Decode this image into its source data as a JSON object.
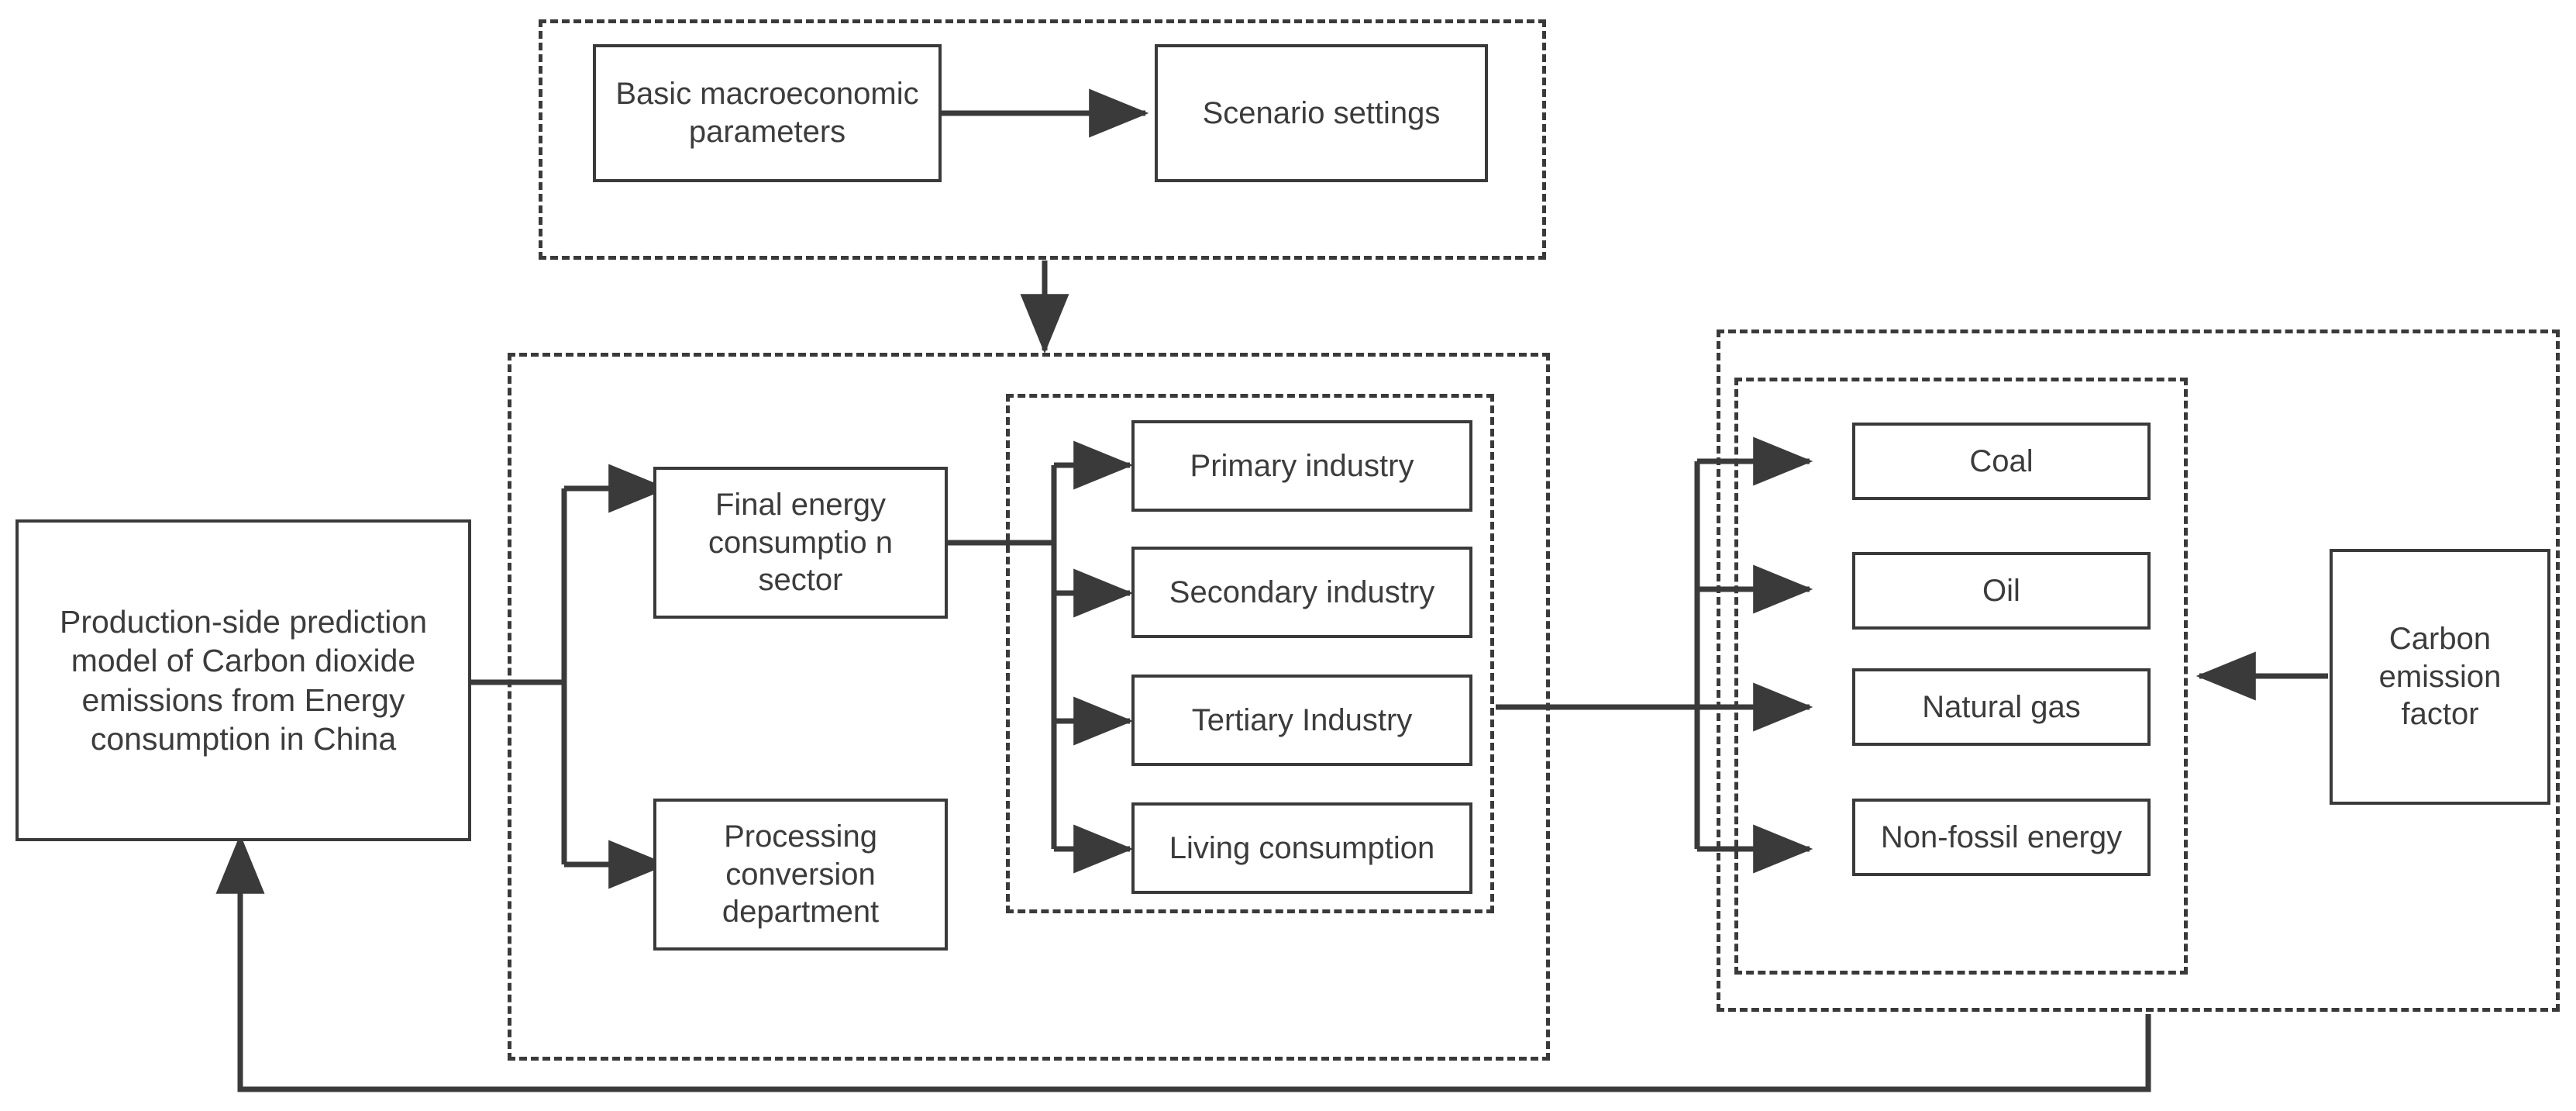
{
  "diagram": {
    "title": "Production-side prediction model of Carbon dioxide emissions from Energy consumption in China",
    "colors": {
      "stroke": "#3a3a3a",
      "text": "#3c3c3c",
      "background": "#ffffff"
    }
  },
  "nodes": {
    "main_model": "Production-side prediction model of Carbon dioxide emissions from Energy consumption in China",
    "basic_macro": "Basic macroeconomic parameters",
    "scenario": "Scenario settings",
    "final_energy": "Final energy consumptio n sector",
    "processing": "Processing conversion department",
    "primary": "Primary industry",
    "secondary": "Secondary industry",
    "tertiary": "Tertiary Industry",
    "living": "Living consumption",
    "coal": "Coal",
    "oil": "Oil",
    "natural_gas": "Natural gas",
    "non_fossil": "Non-fossil energy",
    "carbon_factor": "Carbon emission factor"
  },
  "groups": {
    "scenario_group": "",
    "energy_demand_group": "",
    "sectors_group": "",
    "energy_types_outer_group": "",
    "energy_types_inner_group": ""
  }
}
